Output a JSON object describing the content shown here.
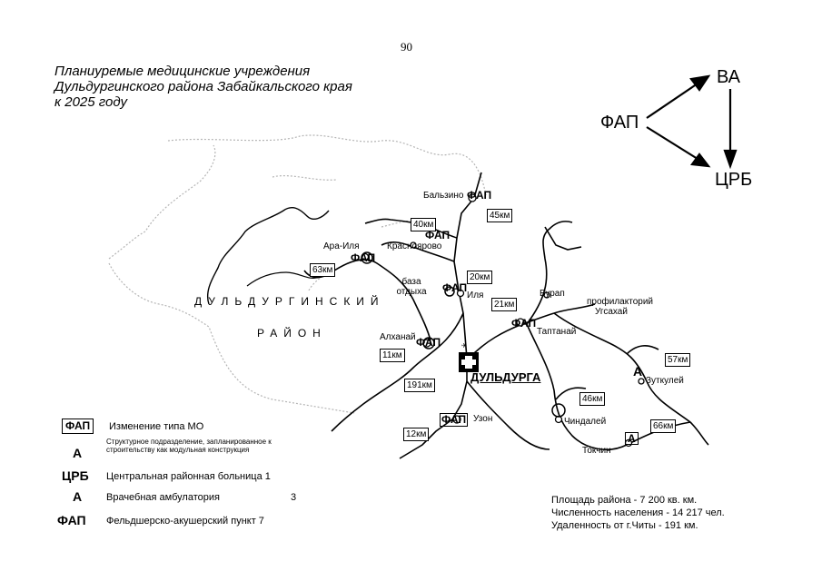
{
  "page_number": "90",
  "title": {
    "line1": "Планиуремые медицинские учреждения",
    "line2": "Дульдургинского района Забайкальского края",
    "line3": "к 2025 году"
  },
  "flow_diagram": {
    "fap": "ФАП",
    "va": "ВА",
    "crb": "ЦРБ"
  },
  "district_label": {
    "line1": "ДУЛЬДУРГИНСКИЙ",
    "line2": "РАЙОН"
  },
  "settlements": {
    "balzino": "Бальзино",
    "ara_ilya": "Ара-Иля",
    "krasnoyarovo": "Красноярово",
    "baza_otdykha": "база отдыха",
    "ilya": "Иля",
    "burap": "Бурап",
    "profilaktoriy": "профилакторий",
    "ugsakhay": "Угсахай",
    "altanay": "Алханай",
    "taptanay": "Таптанай",
    "duldurga": "ДУЛЬДУРГА",
    "uzon": "Узон",
    "zutkuley": "Зуткулей",
    "chindaley": "Чиндалей",
    "tokchin": "Токчин"
  },
  "distances": {
    "d40": "40км",
    "d45": "45км",
    "d63": "63км",
    "d20": "20км",
    "d21": "21км",
    "d11": "11км",
    "d191": "191км",
    "d12": "12км",
    "d57": "57км",
    "d46": "46км",
    "d66": "66км"
  },
  "facility_marks": {
    "fap": "ФАП",
    "a": "А"
  },
  "legend": {
    "change_symbol": "ФАП",
    "change_text": "Изменение типа МО",
    "structural_symbol": "А",
    "structural_text": "Структурное подразделение, запланированное к строительству как модульная конструкция",
    "crb_symbol": "ЦРБ",
    "crb_text": "Центральная районная больница 1",
    "va_symbol": "А",
    "va_text": "Врачебная амбулатория",
    "va_count": "3",
    "fap_symbol": "ФАП",
    "fap_text": "Фельдшерско-акушерский пункт 7"
  },
  "stats": {
    "area": "Площадь района - 7 200 кв. км.",
    "population": "Численность населения - 14 217 чел.",
    "distance": "Удаленность от г.Читы - 191 км."
  },
  "colors": {
    "ink": "#000000",
    "paper": "#ffffff",
    "boundary": "#b5b5b5"
  }
}
